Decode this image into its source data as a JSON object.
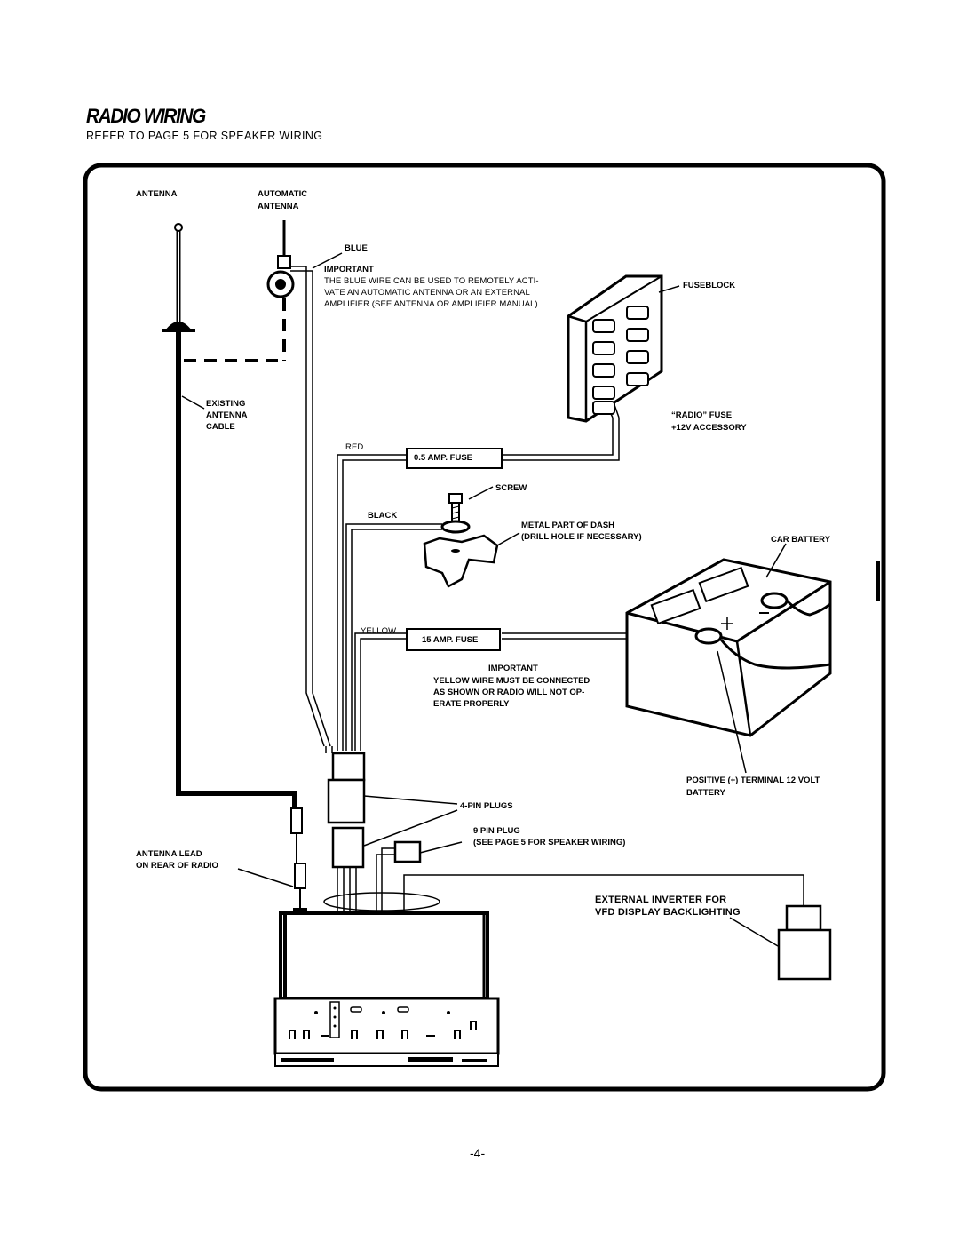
{
  "header": {
    "title": "RADIO WIRING",
    "subtitle": "REFER TO PAGE 5 FOR SPEAKER WIRING"
  },
  "labels": {
    "antenna": "ANTENNA",
    "automatic_antenna_1": "AUTOMATIC",
    "automatic_antenna_2": "ANTENNA",
    "blue": "BLUE",
    "important_top": "IMPORTANT",
    "important_top_line1": "THE BLUE  WIRE CAN BE USED TO REMOTELY ACTI-",
    "important_top_line2": "VATE  AN  AUTOMATIC  ANTENNA  OR  AN  EXTERNAL",
    "important_top_line3": "AMPLIFIER (SEE  ANTENNA OR AMPLIFIER MANUAL)",
    "fuseblock": "FUSEBLOCK",
    "existing_antenna_cable_1": "EXISTING",
    "existing_antenna_cable_2": "ANTENNA",
    "existing_antenna_cable_3": "CABLE",
    "radio_fuse": "“RADIO” FUSE",
    "accessory": "+12V ACCESSORY",
    "red": "RED",
    "fuse_small": "0.5 AMP. FUSE",
    "screw": "SCREW",
    "black": "BLACK",
    "metal_dash_1": "METAL PART OF DASH",
    "metal_dash_2": "(DRILL HOLE IF NECESSARY)",
    "car_battery": "CAR BATTERY",
    "yellow": "YELLOW",
    "fuse_large": "15 AMP. FUSE",
    "important_mid": "IMPORTANT",
    "important_mid_line1": "YELLOW WIRE MUST BE CONNECTED",
    "important_mid_line2": "AS SHOWN OR RADIO WILL NOT OP-",
    "important_mid_line3": "ERATE PROPERLY",
    "positive_terminal_1": "POSITIVE (+)  TERMINAL 12 VOLT",
    "positive_terminal_2": "BATTERY",
    "four_pin": "4-PIN PLUGS",
    "nine_pin_1": "9 PIN PLUG",
    "nine_pin_2": "(SEE PAGE 5 FOR SPEAKER WIRING)",
    "antenna_lead_1": "ANTENNA LEAD",
    "antenna_lead_2": "ON REAR OF RADIO",
    "inverter_1": "EXTERNAL INVERTER FOR",
    "inverter_2": "VFD DISPLAY BACKLIGHTING"
  },
  "footer": {
    "page_number": "-4-"
  }
}
